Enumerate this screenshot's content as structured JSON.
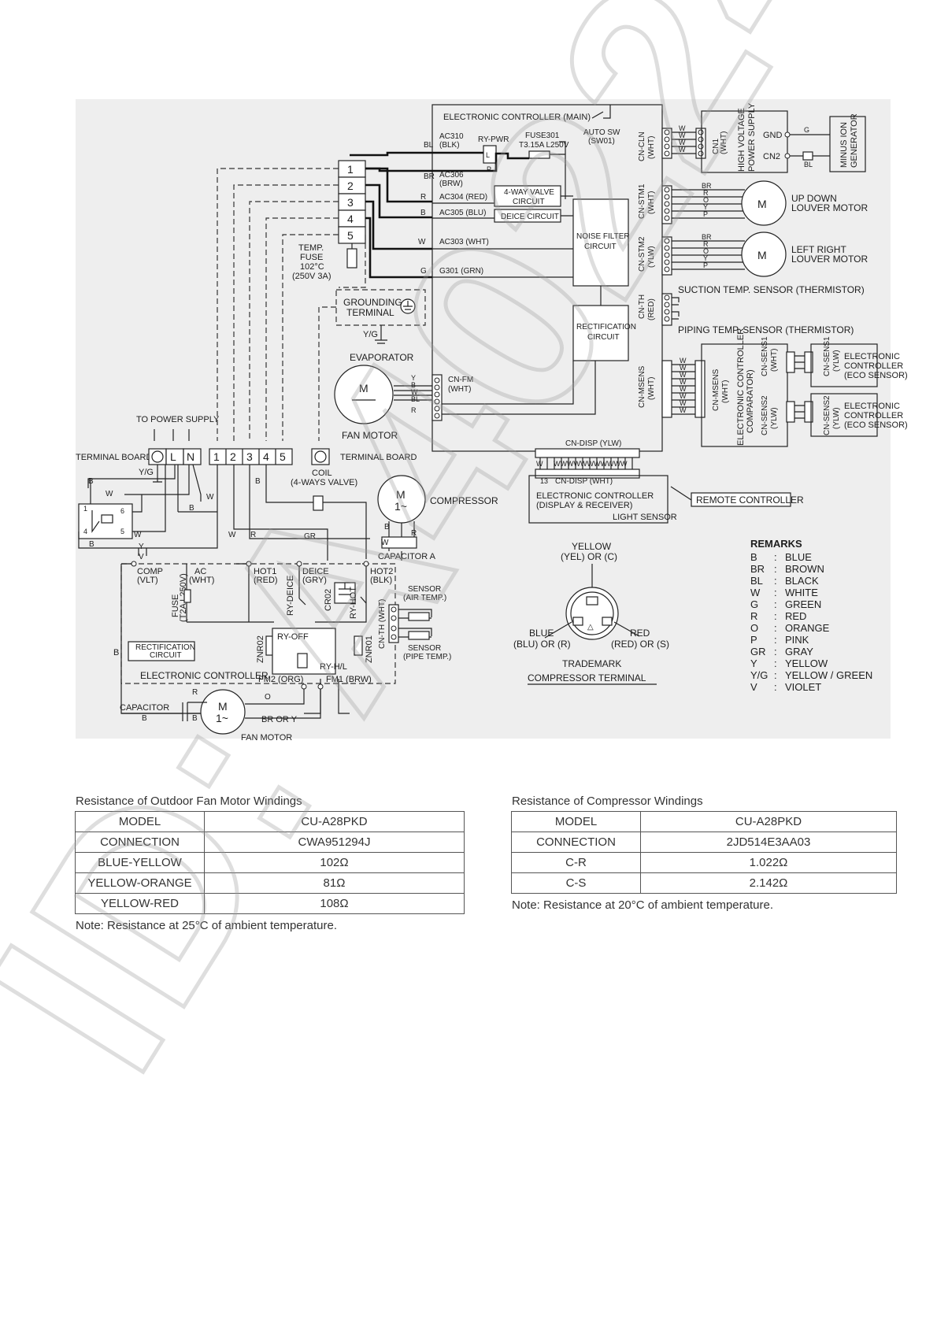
{
  "diagram": {
    "main_controller": "ELECTRONIC CONTROLLER (MAIN)",
    "ac310": "AC310",
    "ac310_sub": "(BLK)",
    "ry_pwr": "RY-PWR",
    "fuse301": "FUSE301",
    "fuse301_sub": "T3.15A L250V",
    "auto_sw": "AUTO SW",
    "auto_sw_sub": "(SW01)",
    "ac306": "AC306",
    "ac306_sub": "(BRW)",
    "ac304": "AC304 (RED)",
    "ac305": "AC305 (BLU)",
    "four_way": "4-WAY VALVE",
    "four_way_sub": "CIRCUIT",
    "deice_circuit": "DEICE CIRCUIT",
    "ac303": "AC303 (WHT)",
    "g301": "G301 (GRN)",
    "noise_filter": "NOISE FILTER",
    "noise_filter_sub": "CIRCUIT",
    "rectification": "RECTIFICATION",
    "rectification_sub": "CIRCUIT",
    "cn_cln": "CN-CLN",
    "cn_cln_sub": "(WHT)",
    "cn1": "CN1",
    "cn1_sub": "(WHT)",
    "hv_supply": "HIGH VOLTAGE",
    "hv_supply_sub": "POWER SUPPLY",
    "gnd": "GND",
    "cn2": "CN2",
    "minus_ion": "MINUS ION",
    "minus_ion_sub": "GENERATOR",
    "cn_stm1": "CN-STM1",
    "cn_stm1_sub": "(WHT)",
    "up_down": "UP DOWN",
    "up_down_sub": "LOUVER MOTOR",
    "cn_stm2": "CN-STM2",
    "cn_stm2_sub": "(YLW)",
    "left_right": "LEFT RIGHT",
    "left_right_sub": "LOUVER MOTOR",
    "cn_th": "CN-TH",
    "cn_th_sub": "(RED)",
    "suction_sensor": "SUCTION TEMP. SENSOR (THERMISTOR)",
    "piping_sensor": "PIPING TEMP. SENSOR (THERMISTOR)",
    "cn_msens": "CN-MSENS",
    "cn_msens_sub": "(WHT)",
    "comparator": "ELECTRONIC CONTROLLER",
    "comparator_sub": "COMPARATOR)",
    "cn_sens1": "CN-SENS1",
    "cn_sens1_sub": "(WHT)",
    "cn_sens2": "CN-SENS2",
    "cn_sens2_sub": "(YLW)",
    "eco1": [
      "ELECTRONIC",
      "CONTROLLER",
      "(ECO SENSOR)"
    ],
    "eco2": [
      "ELECTRONIC",
      "CONTROLLER",
      "(ECO SENSOR)"
    ],
    "cn_sens1_r": "CN-SENS1",
    "cn_sens1_r_sub": "(YLW)",
    "cn_sens2_r": "CN-SENS2",
    "cn_sens2_r_sub": "(YLW)",
    "cn_fm": "CN-FM",
    "cn_fm_sub": "(WHT)",
    "cn_disp": "CN-DISP (YLW)",
    "cn_disp_wht": "CN-DISP (WHT)",
    "display_ctrl": "ELECTRONIC CONTROLLER",
    "display_ctrl_sub": "(DISPLAY & RECEIVER)",
    "light_sensor": "LIGHT SENSOR",
    "remote": "REMOTE CONTROLLER",
    "temp_fuse": [
      "TEMP.",
      "FUSE",
      "102°C",
      "(250V 3A)"
    ],
    "grounding": "GROUNDING",
    "grounding_sub": "TERMINAL",
    "yg": "Y/G",
    "evaporator": "EVAPORATOR",
    "fan_motor_indoor": "FAN MOTOR",
    "to_power_supply": "TO POWER SUPPLY",
    "terminal_board": "TERMINAL BOARD",
    "coil": "COIL",
    "coil_sub": "(4-WAYS VALVE)",
    "compressor": "COMPRESSOR",
    "capacitor_a": "CAPACITOR A",
    "comp": "COMP",
    "comp_sub": "(VLT)",
    "ac": "AC",
    "ac_sub": "(WHT)",
    "hot1": "HOT1",
    "hot1_sub": "(RED)",
    "deice": "DEICE",
    "deice_sub": "(GRY)",
    "hot2": "HOT2",
    "hot2_sub": "(BLK)",
    "fuse_out": "FUSE",
    "fuse_out_sub": "(T2A L250V)",
    "ry_deice": "RY-DEICE",
    "cr02": "CR02",
    "ry_hot": "RY-HOT",
    "cn_th_out": "CN-TH (WHT)",
    "sensor_air": "SENSOR",
    "sensor_air_sub": "(AIR TEMP.)",
    "sensor_pipe": "SENSOR",
    "sensor_pipe_sub": "(PIPE TEMP.)",
    "rect_out": "RECTIFICATION",
    "rect_out_sub": "CIRCUIT",
    "znr02": "ZNR02",
    "znr01": "ZNR01",
    "ry_off": "RY-OFF",
    "ry_hl": "RY-H/L",
    "out_ctrl": "ELECTRONIC CONTROLLER",
    "fm2": "FM2 (ORG)",
    "fm1": "FM1 (BRW)",
    "capacitor": "CAPACITOR",
    "br_or_y": "BR OR Y",
    "fan_motor_outdoor": "FAN MOTOR",
    "yellow": "YELLOW",
    "yellow_sub": "(YEL) OR (C)",
    "blue": "BLUE",
    "blue_sub": "(BLU) OR (R)",
    "red": "RED",
    "red_sub": "(RED) OR (S)",
    "trademark": "TRADEMARK",
    "compressor_terminal": "COMPRESSOR TERMINAL",
    "motor_m": "M",
    "motor_m1": "M",
    "motor_1": "1~"
  },
  "remarks": {
    "title": "REMARKS",
    "items": [
      {
        "code": "B",
        "name": "BLUE"
      },
      {
        "code": "BR",
        "name": "BROWN"
      },
      {
        "code": "BL",
        "name": "BLACK"
      },
      {
        "code": "W",
        "name": "WHITE"
      },
      {
        "code": "G",
        "name": "GREEN"
      },
      {
        "code": "R",
        "name": "RED"
      },
      {
        "code": "O",
        "name": "ORANGE"
      },
      {
        "code": "P",
        "name": "PINK"
      },
      {
        "code": "GR",
        "name": "GRAY"
      },
      {
        "code": "Y",
        "name": "YELLOW"
      },
      {
        "code": "Y/G",
        "name": "YELLOW / GREEN"
      },
      {
        "code": "V",
        "name": "VIOLET"
      }
    ]
  },
  "fan_table": {
    "title": "Resistance of Outdoor Fan Motor Windings",
    "rows": [
      [
        "MODEL",
        "CU-A28PKD"
      ],
      [
        "CONNECTION",
        "CWA951294J"
      ],
      [
        "BLUE-YELLOW",
        "102Ω"
      ],
      [
        "YELLOW-ORANGE",
        "81Ω"
      ],
      [
        "YELLOW-RED",
        "108Ω"
      ]
    ],
    "note": "Note: Resistance at 25°C of ambient temperature."
  },
  "comp_table": {
    "title": "Resistance of Compressor Windings",
    "rows": [
      [
        "MODEL",
        "CU-A28PKD"
      ],
      [
        "CONNECTION",
        "2JD514E3AA03"
      ],
      [
        "C-R",
        "1.022Ω"
      ],
      [
        "C-S",
        "2.142Ω"
      ]
    ],
    "note": "Note: Resistance at 20°C of ambient temperature."
  },
  "watermark": "ID: A40224"
}
